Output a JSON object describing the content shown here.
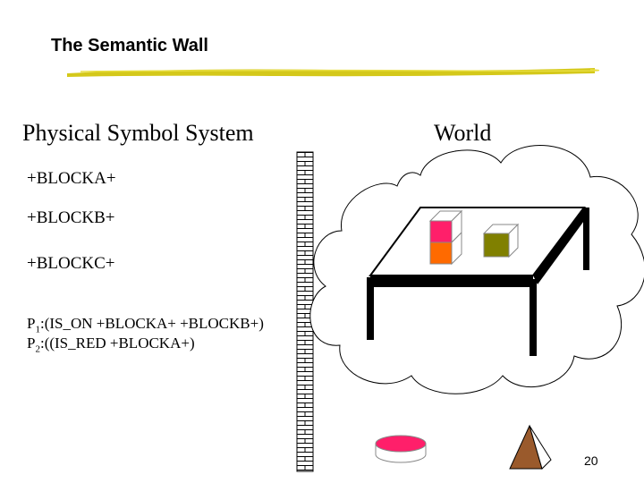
{
  "slide": {
    "title": "The Semantic Wall",
    "left_heading": "Physical Symbol System",
    "right_heading": "World",
    "symbols": [
      "+BLOCKA+",
      "+BLOCKB+",
      "+BLOCKC+"
    ],
    "predicates": [
      {
        "label": "P",
        "index": "1",
        "text": ":(IS_ON +BLOCKA+ +BLOCKB+)"
      },
      {
        "label": "P",
        "index": "2",
        "text": ":((IS_RED +BLOCKA+)"
      }
    ],
    "page_number": "20"
  },
  "colors": {
    "underline": "#d4c81a",
    "block_top": "#ff1f6a",
    "block_bottom": "#ff6a00",
    "block_right": "#808000",
    "disc": "#ff1f6a",
    "pyramid": "#9a5a2c"
  }
}
